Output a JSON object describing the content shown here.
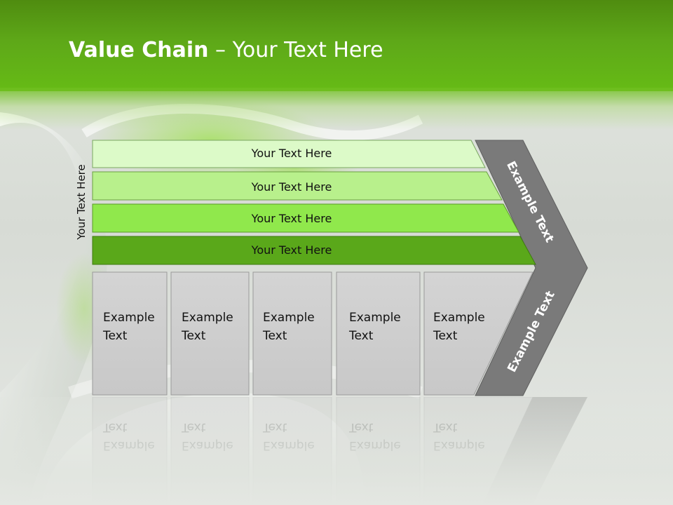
{
  "title": {
    "bold": "Value Chain",
    "rest": " – Your Text Here"
  },
  "side_label": "Your Text Here",
  "bars": [
    {
      "label": "Your Text Here",
      "color": "#dcfac8"
    },
    {
      "label": "Your Text Here",
      "color": "#b8f08c"
    },
    {
      "label": "Your Text Here",
      "color": "#90e84c"
    },
    {
      "label": "Your Text Here",
      "color": "#5aa81a"
    }
  ],
  "boxes": [
    {
      "line1": "Example",
      "line2": "Text"
    },
    {
      "line1": "Example",
      "line2": "Text"
    },
    {
      "line1": "Example",
      "line2": "Text"
    },
    {
      "line1": "Example",
      "line2": "Text"
    },
    {
      "line1": "Example",
      "line2": "Text"
    }
  ],
  "chevron": {
    "top_label": "Example Text",
    "bottom_label": "Example Text",
    "color": "#7a7a7a"
  },
  "colors": {
    "header_green": "#5ea818",
    "box_fill": "#cfcfcf"
  }
}
